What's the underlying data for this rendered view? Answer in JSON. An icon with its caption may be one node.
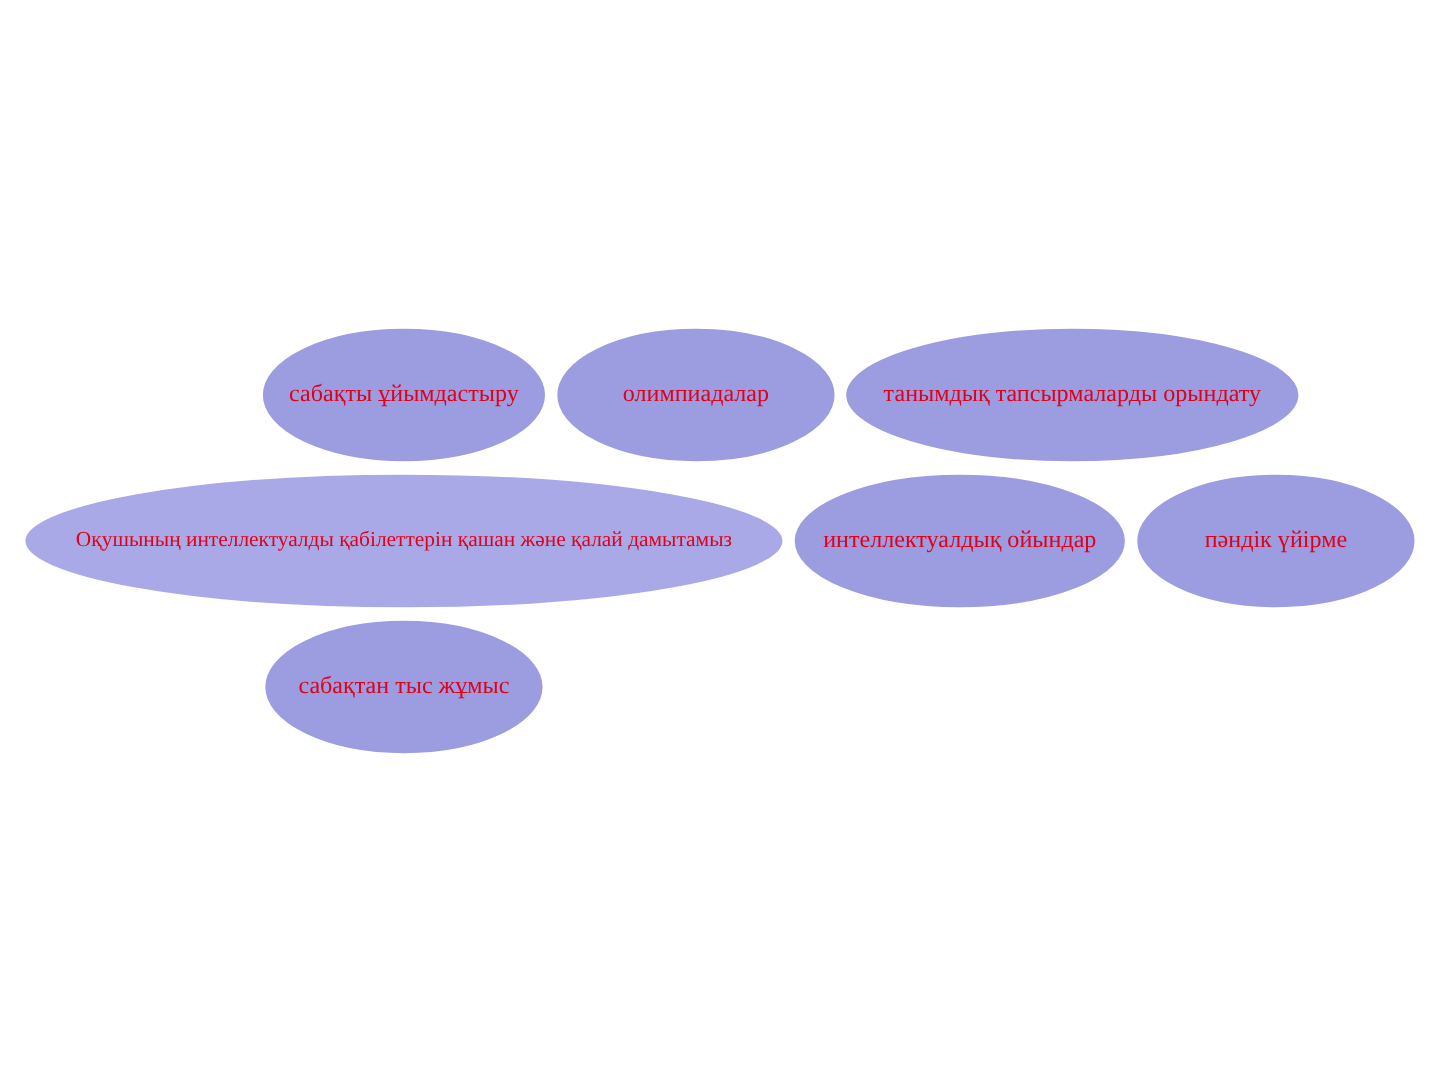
{
  "diagram": {
    "nodes": [
      {
        "text": [
          "сабақты ұйымдастыру"
        ]
      },
      {
        "text": [
          "олимпиадалар"
        ]
      },
      {
        "text": [
          "танымдық тапсырмаларды орындату"
        ]
      },
      {
        "text": [
          "Оқушының интеллектуалды қабілеттерін қашан және қалай дамытамыз"
        ]
      },
      {
        "text": [
          "интеллектуалдық ойындар"
        ]
      },
      {
        "text": [
          "пәндік үйірме"
        ]
      },
      {
        "text": [
          "сабақтан тыс жұмыс"
        ]
      }
    ]
  }
}
